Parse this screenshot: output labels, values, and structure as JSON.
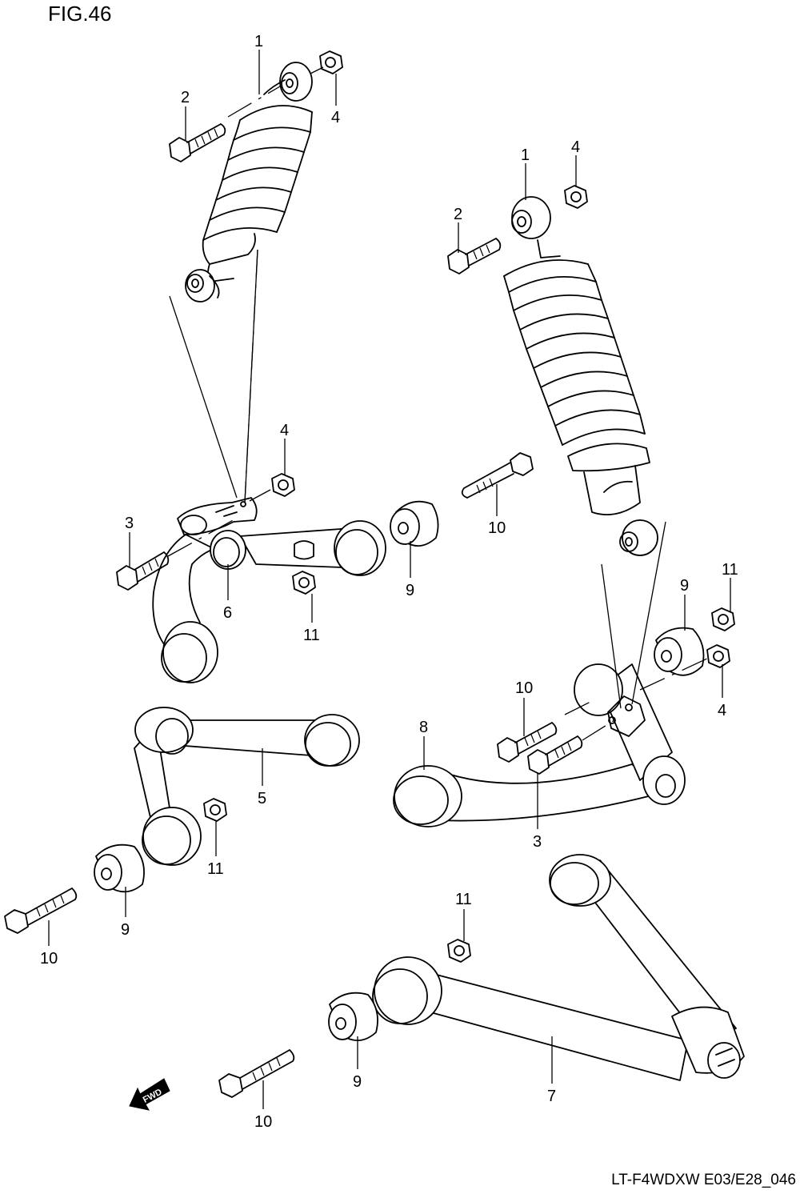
{
  "figure": {
    "title": "FIG.46",
    "reference": "LT-F4WDXW E03/E28_046",
    "fwd_label": "FWD"
  },
  "callouts": [
    {
      "id": "c1a",
      "label": "1"
    },
    {
      "id": "c2a",
      "label": "2"
    },
    {
      "id": "c4a",
      "label": "4"
    },
    {
      "id": "c1b",
      "label": "1"
    },
    {
      "id": "c4b",
      "label": "4"
    },
    {
      "id": "c2b",
      "label": "2"
    },
    {
      "id": "c4c",
      "label": "4"
    },
    {
      "id": "c3a",
      "label": "3"
    },
    {
      "id": "c10a",
      "label": "10"
    },
    {
      "id": "c9a",
      "label": "9"
    },
    {
      "id": "c6",
      "label": "6"
    },
    {
      "id": "c11a",
      "label": "11"
    },
    {
      "id": "c9b",
      "label": "9"
    },
    {
      "id": "c11b",
      "label": "11"
    },
    {
      "id": "c10b",
      "label": "10"
    },
    {
      "id": "c4d",
      "label": "4"
    },
    {
      "id": "c8",
      "label": "8"
    },
    {
      "id": "c5",
      "label": "5"
    },
    {
      "id": "c3b",
      "label": "3"
    },
    {
      "id": "c11c",
      "label": "11"
    },
    {
      "id": "c9c",
      "label": "9"
    },
    {
      "id": "c10c",
      "label": "10"
    },
    {
      "id": "c11d",
      "label": "11"
    },
    {
      "id": "c9d",
      "label": "9"
    },
    {
      "id": "c7",
      "label": "7"
    },
    {
      "id": "c10d",
      "label": "10"
    }
  ]
}
